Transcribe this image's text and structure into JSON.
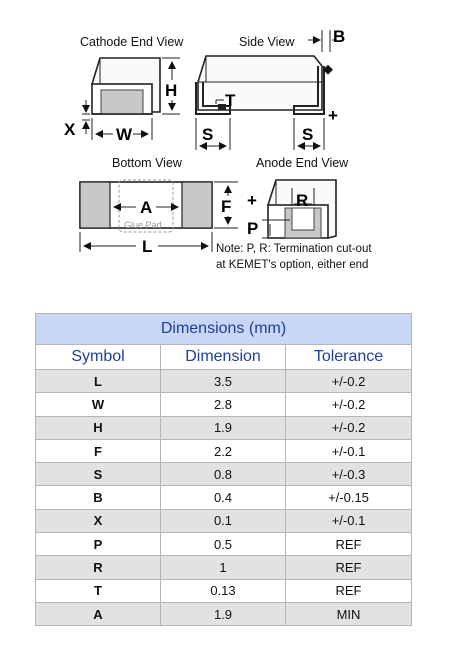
{
  "diagram": {
    "views": {
      "cathode": "Cathode End View",
      "side": "Side View",
      "bottom": "Bottom View",
      "anode": "Anode End View"
    },
    "dim_labels": {
      "H": "H",
      "W": "W",
      "X": "X",
      "B": "B",
      "T": "T",
      "S": "S",
      "A": "A",
      "F": "F",
      "L": "L",
      "P": "P",
      "R": "R"
    },
    "plus": "+",
    "glue_pad": "Glue Pad",
    "note_line1": "Note: P, R: Termination cut-out",
    "note_line2": "at KEMET's option, either end"
  },
  "table": {
    "title": "Dimensions (mm)",
    "columns": [
      "Symbol",
      "Dimension",
      "Tolerance"
    ],
    "rows": [
      {
        "symbol": "L",
        "dimension": "3.5",
        "tolerance": "+/-0.2"
      },
      {
        "symbol": "W",
        "dimension": "2.8",
        "tolerance": "+/-0.2"
      },
      {
        "symbol": "H",
        "dimension": "1.9",
        "tolerance": "+/-0.2"
      },
      {
        "symbol": "F",
        "dimension": "2.2",
        "tolerance": "+/-0.1"
      },
      {
        "symbol": "S",
        "dimension": "0.8",
        "tolerance": "+/-0.3"
      },
      {
        "symbol": "B",
        "dimension": "0.4",
        "tolerance": "+/-0.15"
      },
      {
        "symbol": "X",
        "dimension": "0.1",
        "tolerance": "+/-0.1"
      },
      {
        "symbol": "P",
        "dimension": "0.5",
        "tolerance": "REF"
      },
      {
        "symbol": "R",
        "dimension": "1",
        "tolerance": "REF"
      },
      {
        "symbol": "T",
        "dimension": "0.13",
        "tolerance": "REF"
      },
      {
        "symbol": "A",
        "dimension": "1.9",
        "tolerance": "MIN"
      }
    ]
  },
  "colors": {
    "table_title_bg": "#c9d6f5",
    "header_text": "#1f3f9a",
    "stripe": "#e2e2e2",
    "termination": "#c8c8c8"
  }
}
